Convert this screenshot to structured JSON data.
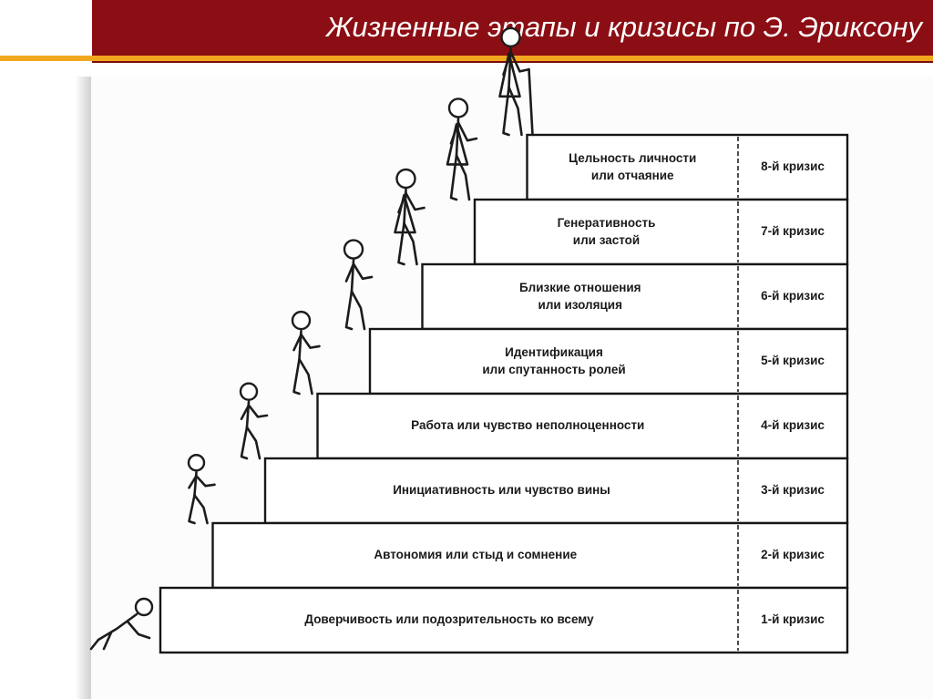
{
  "header": {
    "title": "Жизненные этапы и кризисы по Э. Эриксону",
    "colors": {
      "bar": "#8b0e14",
      "accent_rule": "#f2a81e",
      "title_text": "#ffffff"
    }
  },
  "stages": [
    {
      "order": 1,
      "label_lines": [
        "Доверчивость или подозрительность ко всему"
      ],
      "crisis": "1-й кризис"
    },
    {
      "order": 2,
      "label_lines": [
        "Автономия или стыд и   сомнение"
      ],
      "crisis": "2-й кризис"
    },
    {
      "order": 3,
      "label_lines": [
        "Инициативность или  чувство вины"
      ],
      "crisis": "3-й кризис"
    },
    {
      "order": 4,
      "label_lines": [
        "Работа или чувство неполноценности"
      ],
      "crisis": "4-й кризис"
    },
    {
      "order": 5,
      "label_lines": [
        "Идентификация",
        "или спутанность ролей"
      ],
      "crisis": "5-й кризис"
    },
    {
      "order": 6,
      "label_lines": [
        "Близкие отношения",
        "или изоляция"
      ],
      "crisis": "6-й кризис"
    },
    {
      "order": 7,
      "label_lines": [
        "Генеративность",
        "или застой"
      ],
      "crisis": "7-й кризис"
    },
    {
      "order": 8,
      "label_lines": [
        "Цельность личности",
        "или отчаяние"
      ],
      "crisis": "8-й кризис"
    }
  ],
  "figures": [
    {
      "stage": 1,
      "icon": "crawling-baby-icon"
    },
    {
      "stage": 2,
      "icon": "toddler-icon"
    },
    {
      "stage": 3,
      "icon": "child-climbing-icon"
    },
    {
      "stage": 4,
      "icon": "schoolchild-icon"
    },
    {
      "stage": 5,
      "icon": "teenager-icon"
    },
    {
      "stage": 6,
      "icon": "young-woman-icon"
    },
    {
      "stage": 7,
      "icon": "adult-woman-icon"
    },
    {
      "stage": 8,
      "icon": "elderly-woman-with-cane-icon"
    }
  ]
}
